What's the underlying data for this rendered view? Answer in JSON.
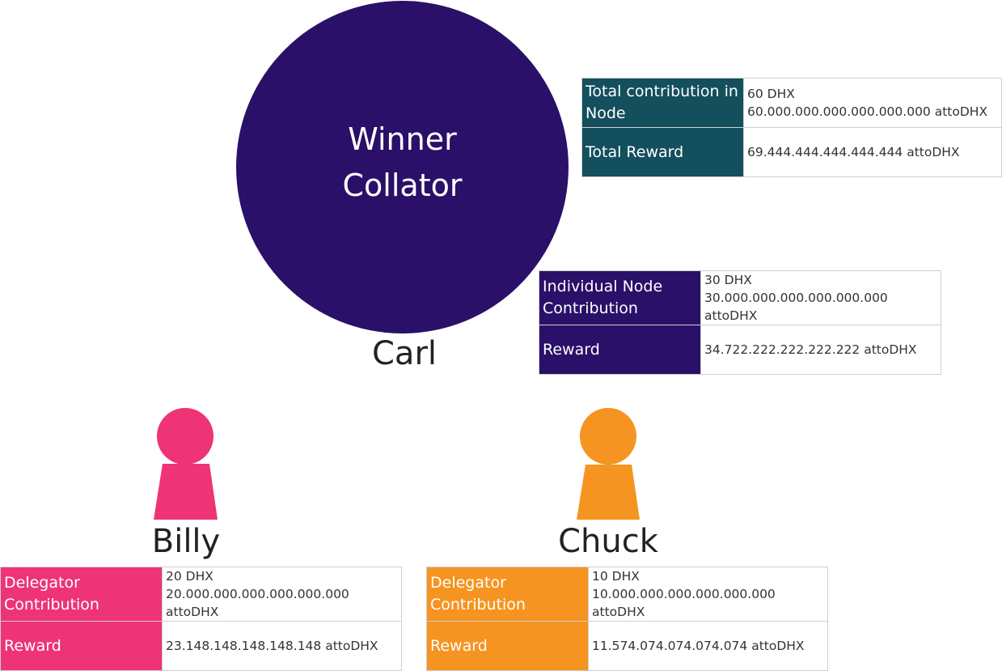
{
  "colors": {
    "collator": "#2A1068",
    "total_table": "#134F5C",
    "billy": "#EE3377",
    "chuck": "#F59420"
  },
  "collator": {
    "title_line1": "Winner",
    "title_line2": "Collator",
    "name": "Carl"
  },
  "total_table": {
    "rows": [
      {
        "key": "Total contribution in Node",
        "value_lines": [
          "60 DHX",
          "60.000.000.000.000.000.000 attoDHX"
        ]
      },
      {
        "key": "Total Reward",
        "value_lines": [
          "69.444.444.444.444.444 attoDHX"
        ]
      }
    ]
  },
  "individual_table": {
    "rows": [
      {
        "key": "Individual Node Contribution",
        "value_lines": [
          "30 DHX",
          "30.000.000.000.000.000.000 attoDHX"
        ]
      },
      {
        "key": "Reward",
        "value_lines": [
          "34.722.222.222.222.222 attoDHX"
        ]
      }
    ]
  },
  "delegators": [
    {
      "name": "Billy",
      "icon": "person-icon",
      "rows": [
        {
          "key": "Delegator Contribution",
          "value_lines": [
            "20 DHX",
            "20.000.000.000.000.000.000 attoDHX"
          ]
        },
        {
          "key": "Reward",
          "value_lines": [
            "23.148.148.148.148.148 attoDHX"
          ]
        }
      ]
    },
    {
      "name": "Chuck",
      "icon": "person-icon",
      "rows": [
        {
          "key": "Delegator Contribution",
          "value_lines": [
            "10 DHX",
            "10.000.000.000.000.000.000 attoDHX"
          ]
        },
        {
          "key": "Reward",
          "value_lines": [
            "11.574.074.074.074.074 attoDHX"
          ]
        }
      ]
    }
  ]
}
